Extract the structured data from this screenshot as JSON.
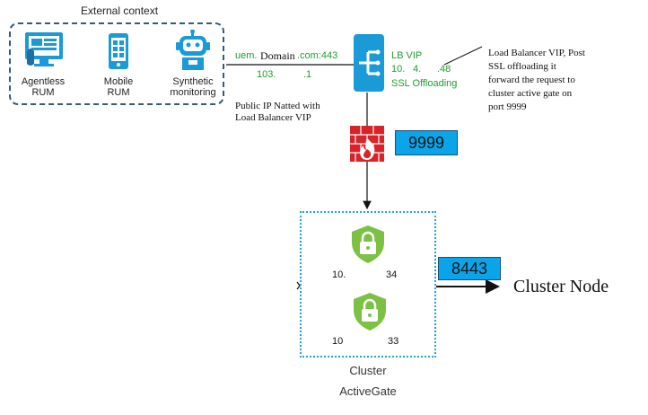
{
  "external": {
    "title": "External context",
    "items": [
      {
        "label": "Agentless\nRUM",
        "icon": "agentless-rum-icon"
      },
      {
        "label": "Mobile\nRUM",
        "icon": "mobile-phone-icon"
      },
      {
        "label": "Synthetic\nmonitoring",
        "icon": "robot-icon"
      }
    ]
  },
  "domain": {
    "prefix": "uem.",
    "name": "Domain",
    "suffix": ".com:443",
    "ip_start": "103.",
    "ip_end": ".1",
    "note": "Public IP Natted with\nLoad Balancer VIP"
  },
  "lb": {
    "vip_label": "LB VIP",
    "ip_part1": "10.",
    "ip_part2": "4.",
    "ip_part3": ".48",
    "ssl": "SSL Offloading",
    "note": "Load Balancer VIP, Post\nSSL offloading it\nforward the request to\ncluster active gate on\nport 9999"
  },
  "firewall": {
    "port": "9999"
  },
  "cluster": {
    "ip1_start": "10.",
    "ip1_end": "34",
    "ip2_start": "10",
    "ip2_end": "33",
    "port": "8443",
    "caption_line1": "Cluster",
    "caption_line2": "ActiveGate"
  },
  "target": {
    "label": "Cluster Node"
  },
  "colors": {
    "accent_blue": "#0aa5e9",
    "firewall_red": "#d9232a",
    "shield_green": "#7cc143",
    "text_green": "#1f9d2e",
    "dashed_border": "#355b7a"
  }
}
